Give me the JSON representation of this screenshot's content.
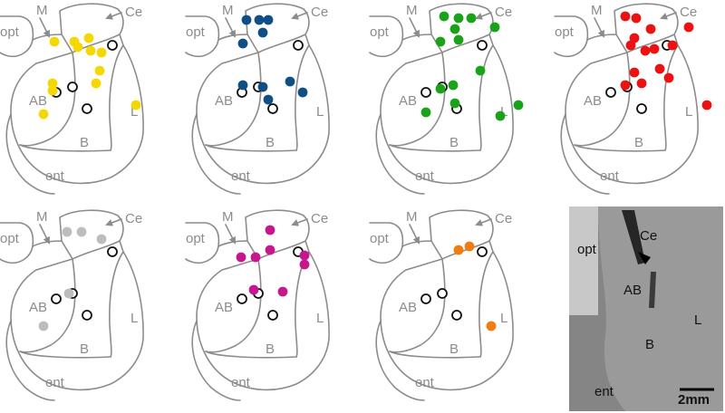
{
  "region_labels": {
    "medial": "M",
    "central": "Ce",
    "optic": "opt",
    "accessory_basal": "AB",
    "lateral": "L",
    "basal": "B",
    "entorhinal": "ent"
  },
  "histology": {
    "labels": {
      "central": "Ce",
      "optic": "opt",
      "accessory_basal": "AB",
      "lateral": "L",
      "basal": "B",
      "entorhinal": "ent"
    },
    "scale_bar": "2mm"
  },
  "colors": {
    "outline": "#8c8c8c",
    "open_marker": "#111111",
    "yellow": "#f5d800",
    "blue": "#0f4f86",
    "green": "#19a319",
    "red": "#ee1111",
    "gray": "#bdbdbd",
    "magenta": "#c8168d",
    "orange": "#f07c12"
  },
  "panels": [
    {
      "id": "yellow",
      "color": "yellow",
      "mark": "marks_in_BL"
    },
    {
      "id": "blue",
      "color": "blue",
      "mark": "marks_in_BL"
    },
    {
      "id": "green",
      "color": "green",
      "mark": "marks_in_BL"
    },
    {
      "id": "red",
      "color": "red",
      "mark": "marks_in_BL"
    },
    {
      "id": "gray",
      "color": "gray",
      "mark": "marks_in_BL"
    },
    {
      "id": "magenta",
      "color": "magenta",
      "mark": "marks_in_BL"
    },
    {
      "id": "orange",
      "color": "orange",
      "mark": "marks_in_BL"
    }
  ]
}
